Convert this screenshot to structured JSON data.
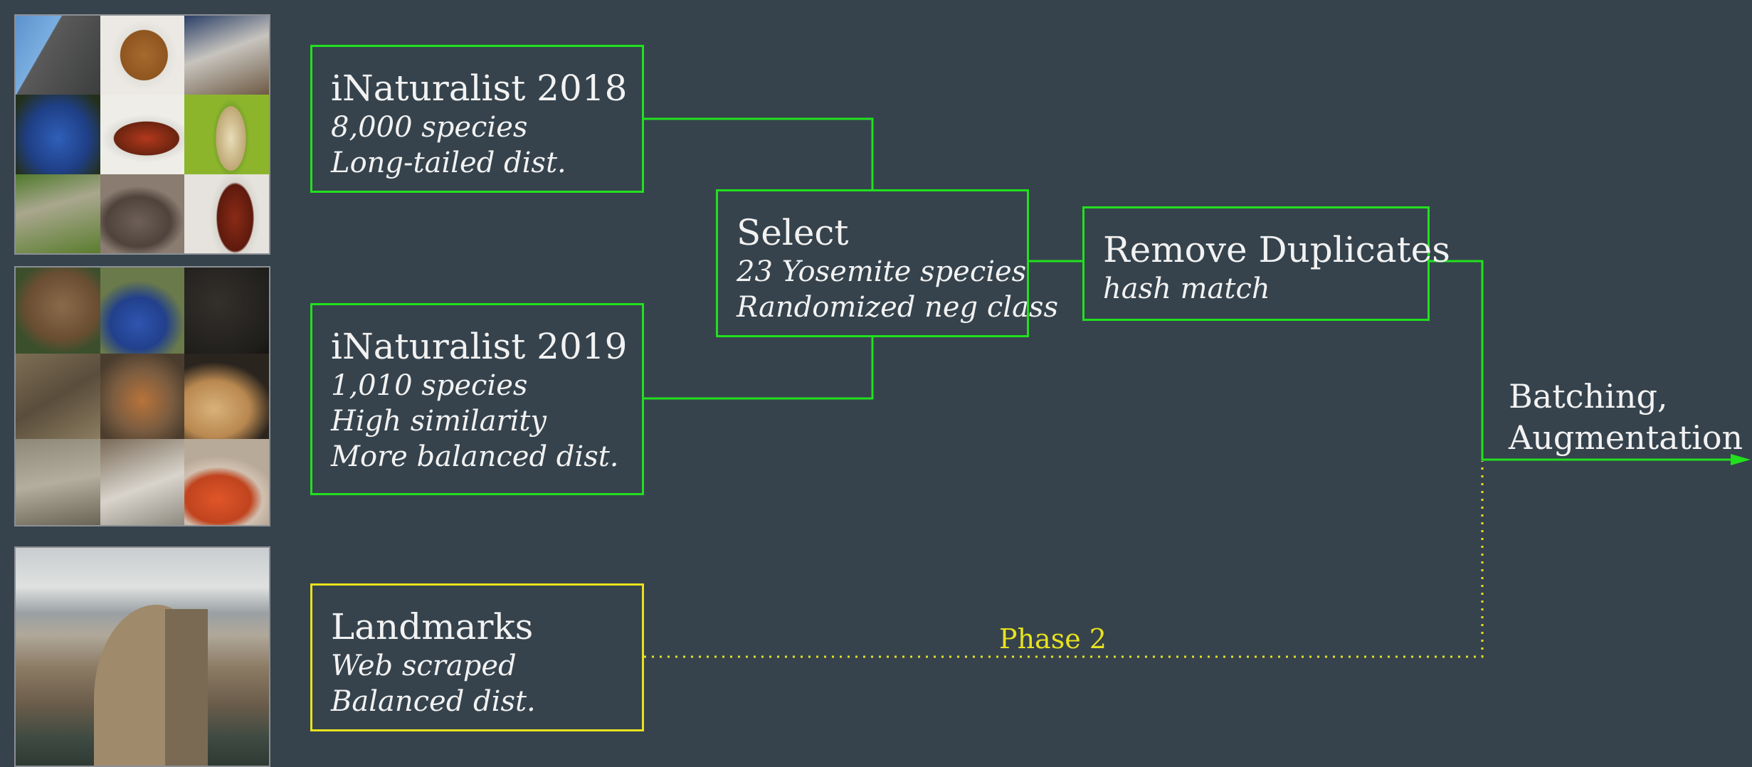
{
  "boxes": {
    "inat2018": {
      "title": "iNaturalist 2018",
      "lines": [
        "8,000 species",
        "Long-tailed dist."
      ]
    },
    "inat2019": {
      "title": "iNaturalist 2019",
      "lines": [
        "1,010 species",
        "High similarity",
        "More balanced dist."
      ]
    },
    "landmarks": {
      "title": "Landmarks",
      "lines": [
        "Web scraped",
        "Balanced dist."
      ]
    },
    "select": {
      "title": "Select",
      "lines": [
        "23 Yosemite species",
        "Randomized neg class"
      ]
    },
    "dedupe": {
      "title": "Remove Duplicates",
      "lines": [
        "hash match"
      ]
    }
  },
  "output_label": [
    "Batching,",
    "Augmentation"
  ],
  "phase_label": "Phase 2",
  "colors": {
    "background": "#36434d",
    "primary_flow": "#22e01e",
    "phase2_flow": "#e8e21e",
    "text": "#f2f2f2"
  },
  "images": {
    "inat2018_mosaic": [
      "fish-eye-photo",
      "ginkgo-leaf-photo",
      "feather-photo",
      "blue-bird-photo",
      "butterfly-wing-photo",
      "seed-cone-photo",
      "grass-bird-photo",
      "rodent-photo",
      "snake-tail-photo"
    ],
    "inat2019_mosaic": [
      "bird-head-photo",
      "blue-bird-photo",
      "soil-photo",
      "squirrel-photo",
      "squirrel-body-photo",
      "mushroom-gills-photo",
      "rock-photo",
      "squirrel-legs-photo",
      "mushroom-cap-photo"
    ],
    "landmark_photo": "half-dome-photo"
  }
}
